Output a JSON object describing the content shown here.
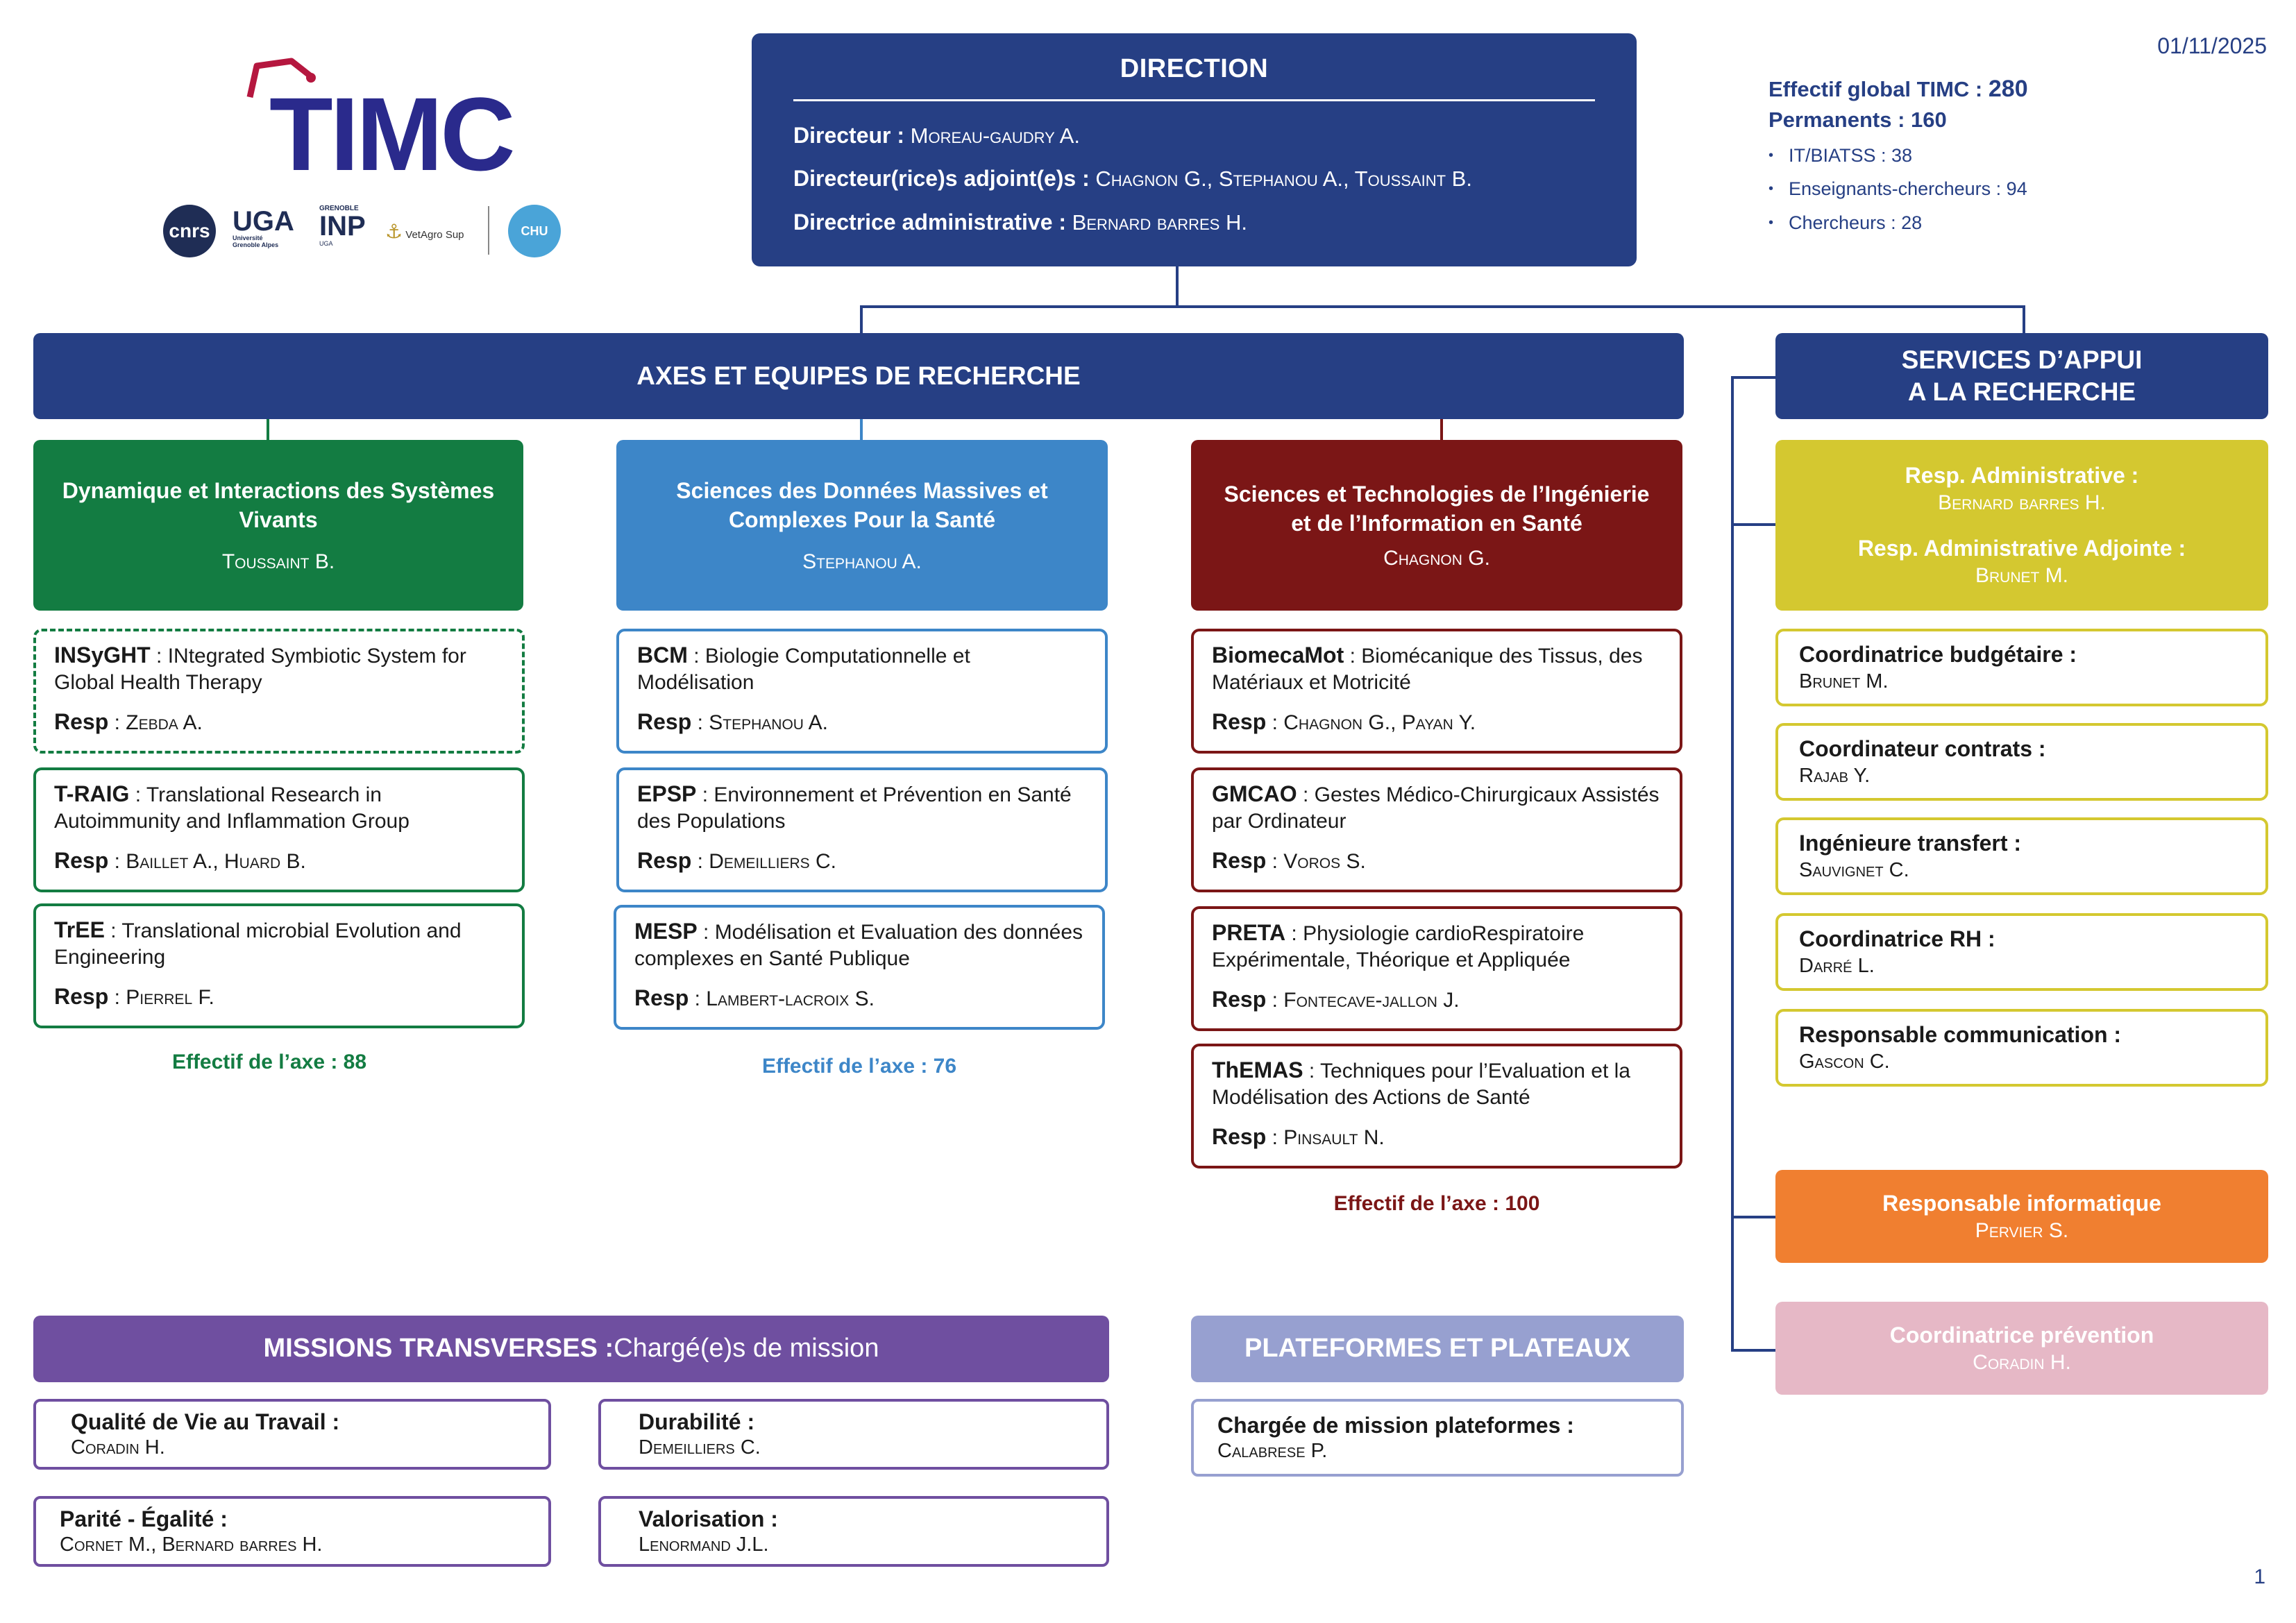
{
  "date": "01/11/2025",
  "logo": {
    "text": "TIMC",
    "partners": [
      "cnrs",
      "UGA",
      "Université Grenoble Alpes",
      "GRENOBLE",
      "INP",
      "UGA",
      "VetAgro Sup",
      "CHU"
    ]
  },
  "direction": {
    "title": "DIRECTION",
    "lines": [
      {
        "label": "Directeur :",
        "value": "Moreau-gaudry A."
      },
      {
        "label": "Directeur(rice)s adjoint(e)s :",
        "value": "Chagnon G., Stephanou A., Toussaint B."
      },
      {
        "label": "Directrice administrative :",
        "value": "Bernard barres H."
      }
    ]
  },
  "effectif": {
    "global_label": "Effectif global TIMC :",
    "global_value": "280",
    "permanents_label": "Permanents :",
    "permanents_value": "160",
    "items": [
      "IT/BIATSS : 38",
      "Enseignants-chercheurs : 94",
      "Chercheurs : 28"
    ]
  },
  "axes_bar": "AXES ET EQUIPES DE RECHERCHE",
  "services_bar": {
    "line1": "SERVICES D’APPUI",
    "line2": "A LA RECHERCHE"
  },
  "axes": [
    {
      "title": "Dynamique et Interactions des Systèmes Vivants",
      "resp": "Toussaint B.",
      "color": "#137c42",
      "effectif": "Effectif de l’axe : 88",
      "teams": [
        {
          "code": "INSyGHT",
          "name": " : INtegrated Symbiotic System for Global Health Therapy",
          "resp_label": "Resp",
          "resp": " : Zebda A.",
          "dashed": true
        },
        {
          "code": "T-RAIG",
          "name": " : Translational Research in Autoimmunity and Inflammation Group",
          "resp_label": "Resp",
          "resp": " : Baillet A., Huard B."
        },
        {
          "code": "TrEE",
          "name": " : Translational microbial Evolution and Engineering",
          "resp_label": "Resp",
          "resp": " : Pierrel F."
        }
      ]
    },
    {
      "title": "Sciences des Données Massives et Complexes Pour la Santé",
      "resp": "Stephanou A.",
      "color": "#3d86c8",
      "effectif": "Effectif de l’axe : 76",
      "teams": [
        {
          "code": "BCM",
          "name": " : Biologie Computationnelle et Modélisation",
          "resp_label": "Resp",
          "resp": " : Stephanou A."
        },
        {
          "code": "EPSP",
          "name": " : Environnement et Prévention en Santé des Populations",
          "resp_label": "Resp",
          "resp": " : Demeilliers C."
        },
        {
          "code": "MESP",
          "name": " : Modélisation et Evaluation des données complexes en Santé Publique",
          "resp_label": "Resp",
          "resp": " : Lambert-lacroix S."
        }
      ]
    },
    {
      "title": "Sciences et Technologies de l’Ingénierie et de l’Information en Santé",
      "resp": "Chagnon G.",
      "color": "#7b1616",
      "effectif": "Effectif de l’axe : 100",
      "teams": [
        {
          "code": "BiomecaMot",
          "name": " : Biomécanique des Tissus, des Matériaux et Motricité",
          "resp_label": "Resp",
          "resp": " : Chagnon G., Payan Y."
        },
        {
          "code": "GMCAO",
          "name": " : Gestes Médico-Chirurgicaux Assistés par Ordinateur",
          "resp_label": "Resp",
          "resp": " : Voros S."
        },
        {
          "code": "PRETA",
          "name": " : Physiologie cardioRespiratoire Expérimentale, Théorique et Appliquée",
          "resp_label": "Resp",
          "resp": " : Fontecave-jallon J."
        },
        {
          "code": "ThEMAS",
          "name": " : Techniques pour l’Evaluation et la Modélisation des Actions de Santé",
          "resp_label": "Resp",
          "resp": " : Pinsault N."
        }
      ]
    }
  ],
  "services": {
    "head": {
      "label1": "Resp. Administrative :",
      "value1": "Bernard barres H.",
      "label2": "Resp. Administrative Adjointe  :",
      "value2": "Brunet M."
    },
    "items": [
      {
        "label": "Coordinatrice budgétaire :",
        "value": "Brunet M."
      },
      {
        "label": "Coordinateur contrats :",
        "value": "Rajab Y."
      },
      {
        "label": "Ingénieure transfert :",
        "value": "Sauvignet C."
      },
      {
        "label": "Coordinatrice RH :",
        "value": "Darré L."
      },
      {
        "label": "Responsable communication :",
        "value": "Gascon C."
      }
    ],
    "informatique": {
      "label": "Responsable informatique",
      "value": "Pervier S."
    },
    "prevention": {
      "label": "Coordinatrice prévention",
      "value": "Coradin H."
    }
  },
  "missions": {
    "bar_bold": "MISSIONS TRANSVERSES :",
    "bar_rest": " Chargé(e)s de mission",
    "items": [
      {
        "label": "Qualité de Vie au Travail :",
        "value": "Coradin H."
      },
      {
        "label": "Durabilité :",
        "value": "Demeilliers C."
      },
      {
        "label": "Parité - Égalité :",
        "value": "Cornet M., Bernard barres H."
      },
      {
        "label": "Valorisation :",
        "value": "Lenormand J.L."
      }
    ]
  },
  "plateformes": {
    "bar": "PLATEFORMES ET PLATEAUX",
    "item": {
      "label": "Chargée de mission plateformes :",
      "value": "Calabrese P."
    }
  },
  "page_number": "1"
}
